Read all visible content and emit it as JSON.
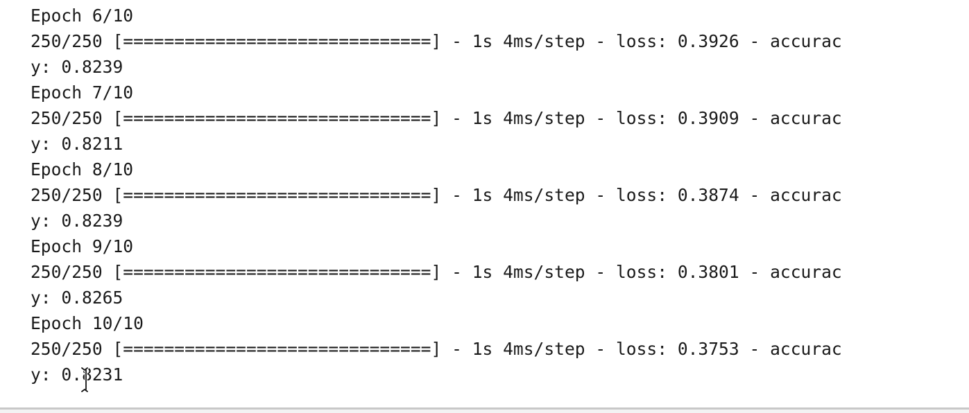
{
  "output": {
    "lines": [
      "Epoch 6/10",
      "250/250 [==============================] - 1s 4ms/step - loss: 0.3926 - accurac",
      "y: 0.8239",
      "Epoch 7/10",
      "250/250 [==============================] - 1s 4ms/step - loss: 0.3909 - accurac",
      "y: 0.8211",
      "Epoch 8/10",
      "250/250 [==============================] - 1s 4ms/step - loss: 0.3874 - accurac",
      "y: 0.8239",
      "Epoch 9/10",
      "250/250 [==============================] - 1s 4ms/step - loss: 0.3801 - accurac",
      "y: 0.8265",
      "Epoch 10/10",
      "250/250 [==============================] - 1s 4ms/step - loss: 0.3753 - accurac",
      "y: 0.8231"
    ],
    "text_color": "#1a1a1a",
    "background_color": "#ffffff"
  },
  "cursor": {
    "icon": "text-cursor-icon"
  }
}
